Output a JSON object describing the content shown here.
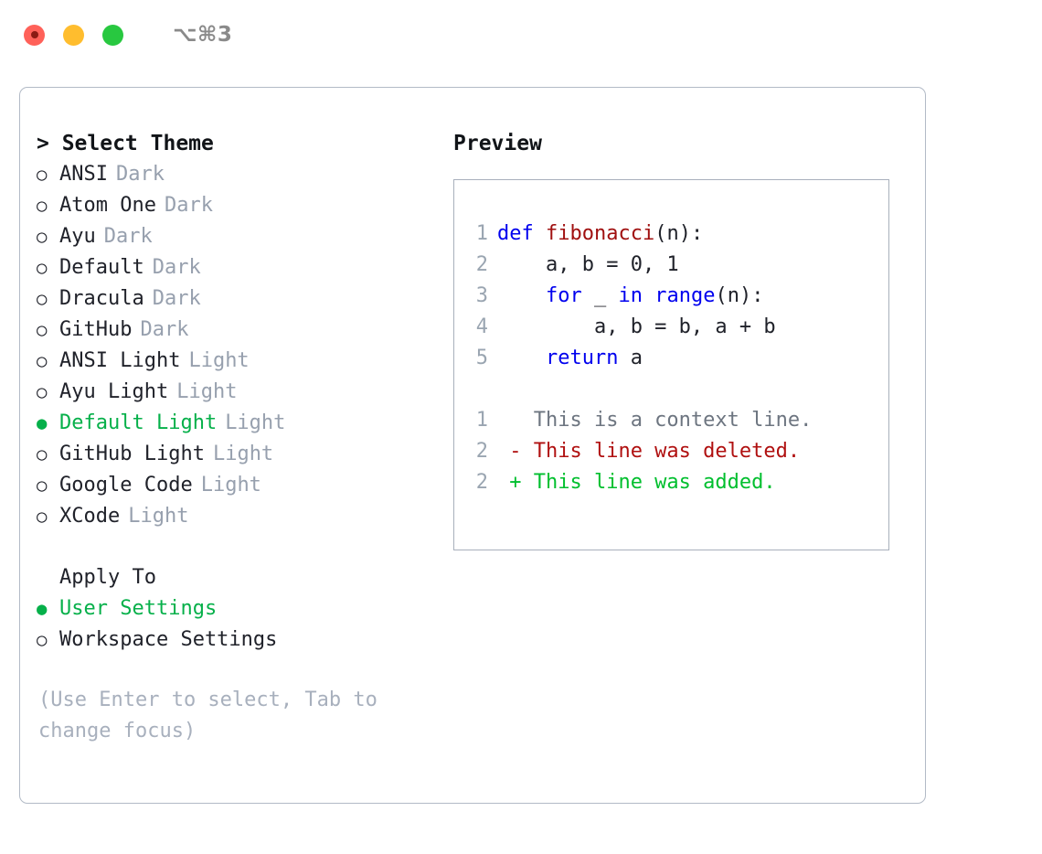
{
  "titlebar": {
    "shortcut": "⌥⌘3",
    "buttons": [
      {
        "name": "close",
        "color": "#ff6159"
      },
      {
        "name": "minimize",
        "color": "#ffbd2e"
      },
      {
        "name": "maximize",
        "color": "#28c840"
      }
    ]
  },
  "theme_picker": {
    "header": "> Select Theme",
    "items": [
      {
        "marker": "○",
        "label": "ANSI",
        "category": "Dark",
        "selected": false
      },
      {
        "marker": "○",
        "label": "Atom One",
        "category": "Dark",
        "selected": false
      },
      {
        "marker": "○",
        "label": "Ayu",
        "category": "Dark",
        "selected": false
      },
      {
        "marker": "○",
        "label": "Default",
        "category": "Dark",
        "selected": false
      },
      {
        "marker": "○",
        "label": "Dracula",
        "category": "Dark",
        "selected": false
      },
      {
        "marker": "○",
        "label": "GitHub",
        "category": "Dark",
        "selected": false
      },
      {
        "marker": "○",
        "label": "ANSI Light",
        "category": "Light",
        "selected": false
      },
      {
        "marker": "○",
        "label": "Ayu Light",
        "category": "Light",
        "selected": false
      },
      {
        "marker": "●",
        "label": "Default Light",
        "category": "Light",
        "selected": true
      },
      {
        "marker": "○",
        "label": "GitHub Light",
        "category": "Light",
        "selected": false
      },
      {
        "marker": "○",
        "label": "Google Code",
        "category": "Light",
        "selected": false
      },
      {
        "marker": "○",
        "label": "XCode",
        "category": "Light",
        "selected": false
      }
    ]
  },
  "apply_to": {
    "heading": "Apply To",
    "options": [
      {
        "marker": "●",
        "label": "User Settings",
        "selected": true
      },
      {
        "marker": "○",
        "label": "Workspace Settings",
        "selected": false
      }
    ]
  },
  "hint": "(Use Enter to select, Tab to change focus)",
  "preview": {
    "title": "Preview",
    "code_lines": [
      {
        "number": "1",
        "tokens": [
          {
            "text": "def ",
            "type": "kw"
          },
          {
            "text": "fibonacci",
            "type": "fn"
          },
          {
            "text": "(n):",
            "type": "plain"
          }
        ]
      },
      {
        "number": "2",
        "tokens": [
          {
            "text": "    a, b = 0, 1",
            "type": "plain"
          }
        ]
      },
      {
        "number": "3",
        "tokens": [
          {
            "text": "    ",
            "type": "plain"
          },
          {
            "text": "for",
            "type": "kw"
          },
          {
            "text": " _ ",
            "type": "plain"
          },
          {
            "text": "in",
            "type": "kw"
          },
          {
            "text": " ",
            "type": "plain"
          },
          {
            "text": "range",
            "type": "kw"
          },
          {
            "text": "(n):",
            "type": "plain"
          }
        ]
      },
      {
        "number": "4",
        "tokens": [
          {
            "text": "        a, b = b, a + b",
            "type": "plain"
          }
        ]
      },
      {
        "number": "5",
        "tokens": [
          {
            "text": "    ",
            "type": "plain"
          },
          {
            "text": "return",
            "type": "kw"
          },
          {
            "text": " a",
            "type": "plain"
          }
        ]
      }
    ],
    "diff_lines": [
      {
        "number": "1",
        "text": "   This is a context line.",
        "type": "context"
      },
      {
        "number": "2",
        "text": " - This line was deleted.",
        "type": "deleted"
      },
      {
        "number": "2",
        "text": " + This line was added.",
        "type": "added"
      }
    ]
  },
  "colors": {
    "accent_green": "#06b04a",
    "muted_gray": "#97a0ae",
    "keyword_blue": "#0000ee",
    "function_red": "#a01010",
    "diff_deleted": "#b01010",
    "diff_added": "#00bf2e",
    "panel_border": "#b2bac6"
  }
}
